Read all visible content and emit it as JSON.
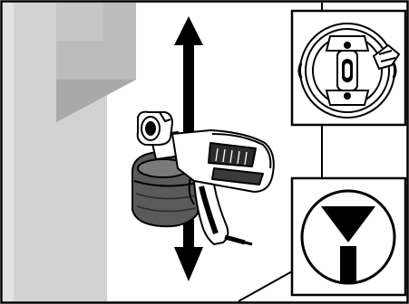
{
  "illustration": {
    "main_scene": "sprayer-vertical-spray-pattern",
    "inset_top": "nozzle-ring-vertical-setting",
    "inset_bottom": "vertical-fan-pattern-symbol"
  },
  "colors": {
    "line": "#000000",
    "wall": "#d4d4d4",
    "wall_shadow": "#bdbdbd",
    "background": "#ffffff",
    "device_mid": "#4a4a4a"
  },
  "icons": {
    "direction": "double-arrow-vertical-icon",
    "pattern": "vertical-fan-symbol-icon",
    "nozzle": "nozzle-cap-icon"
  }
}
